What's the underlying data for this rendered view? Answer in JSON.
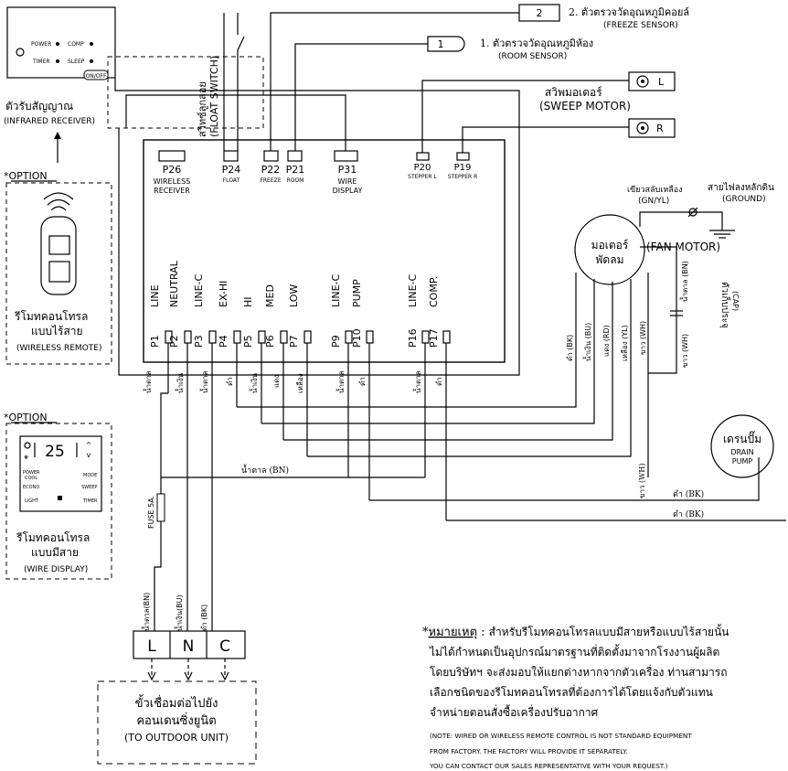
{
  "sensors": {
    "freeze_num": "2",
    "freeze_th": "2. ตัวตรวจวัดอุณหภูมิคอยล์",
    "freeze_en": "(FREEZE SENSOR)",
    "room_num": "1",
    "room_th": "1. ตัวตรวจวัดอุณหภูมิห้อง",
    "room_en": "(ROOM SENSOR)"
  },
  "receiver": {
    "power": "POWER",
    "comp": "COMP",
    "timer": "TIMER",
    "sleep": "SLEEP",
    "onoff": "ON/OFF",
    "th": "ตัวรับสัญญาณ",
    "en": "(INFRARED RECEIVER)"
  },
  "float_switch": {
    "th": "สวิทซ์ลูกลอย",
    "en": "(FLOAT SWITCH)"
  },
  "sweep_motor": {
    "th": "สวิพมอเตอร์",
    "en": "(SWEEP MOTOR)",
    "left": "L",
    "right": "R"
  },
  "connectors_top": [
    {
      "label": "P26",
      "sub1": "WIRELESS",
      "sub2": "RECEIVER"
    },
    {
      "label": "P24",
      "sub1": "FLOAT"
    },
    {
      "label": "P22",
      "sub1": "FREEZE"
    },
    {
      "label": "P21",
      "sub1": "ROOM"
    },
    {
      "label": "P31",
      "sub1": "WIRE",
      "sub2": "DISPLAY"
    },
    {
      "label": "P20",
      "sub1": "STEPPER L"
    },
    {
      "label": "P19",
      "sub1": "STEPPER R"
    }
  ],
  "terminals": [
    {
      "fn": "LINE",
      "pin": "P1",
      "wire": "น้ำตาล"
    },
    {
      "fn": "NEUTRAL",
      "pin": "P2",
      "wire": "น้ำเงิน"
    },
    {
      "fn": "LINE-C",
      "pin": "P3",
      "wire": "น้ำตาล"
    },
    {
      "fn": "EX-HI",
      "pin": "P4",
      "wire": "ดำ"
    },
    {
      "fn": "HI",
      "pin": "P5",
      "wire": "น้ำเงิน"
    },
    {
      "fn": "MED",
      "pin": "P6",
      "wire": "แดง"
    },
    {
      "fn": "LOW",
      "pin": "P7",
      "wire": "เหลือง"
    },
    {
      "fn": "LINE-C",
      "pin": "P9",
      "wire": "น้ำตาล"
    },
    {
      "fn": "PUMP",
      "pin": "P10",
      "wire": "ดำ"
    },
    {
      "fn": "LINE-C",
      "pin": "P16",
      "wire": "น้ำตาล"
    },
    {
      "fn": "COMP.",
      "pin": "P17",
      "wire": "ดำ"
    }
  ],
  "option1": {
    "tag": "*OPTION",
    "th1": "รีโมทคอนโทรล",
    "th2": "แบบไร้สาย",
    "en": "(WIRELESS REMOTE)"
  },
  "option2": {
    "tag": "*OPTION",
    "display": "25",
    "up": "^",
    "down": "v",
    "b_power": "POWER",
    "b_cool": "COOL",
    "b_mode": "MODE",
    "b_econo": "ECONO",
    "b_sweep": "SWEEP",
    "b_light": "LIGHT",
    "b_timer": "TIMER",
    "th1": "รีโมทคอนโทรล",
    "th2": "แบบมีสาย",
    "en": "(WIRE DISPLAY)"
  },
  "ground": {
    "wire_th": "เขียวสลับเหลือง",
    "wire_en": "(GN/YL)",
    "th": "สายไฟลงหลักดิน",
    "en": "(GROUND)"
  },
  "fan_motor": {
    "th1": "มอเตอร์",
    "th2": "พัดลม",
    "en": "(FAN MOTOR)",
    "cap_th": "ตัวเก็บประจุ",
    "cap_en": "(CAP)"
  },
  "fan_wires": [
    "ดำ (BK)",
    "น้ำเงิน (BU)",
    "แดง (RD)",
    "เหลือง (YL)",
    "ขาว (WH)"
  ],
  "cap_wires": [
    "ขาว (WH)",
    "น้ำตาล (BN)"
  ],
  "drain_pump": {
    "th": "เดรนปั๊ม",
    "en1": "DRAIN",
    "en2": "PUMP"
  },
  "bus_labels": {
    "bn": "น้ำตาล (BN)",
    "wh": "ขาว (WH)",
    "bk1": "ดำ (BK)",
    "bk2": "ดำ (BK)"
  },
  "fuse": "FUSE 5A.",
  "supply_wires": [
    "น้ำตาล(BN)",
    "น้ำเงิน(BU)",
    "ดำ (BK)"
  ],
  "block": [
    "L",
    "N",
    "C"
  ],
  "outdoor": {
    "th1": "ขั้วเชื่อมต่อไปยัง",
    "th2": "คอนเดนซิ่งยูนิต",
    "en": "(TO OUTDOOR UNIT)"
  },
  "note": {
    "star": "*",
    "lead": "หมายเหตุ",
    "colon": " : ",
    "th1": "สำหรับรีโมทคอนโทรลแบบมีสายหรือแบบไร้สายนั้น",
    "th2": "ไม่ได้กำหนดเป็นอุปกรณ์มาตรฐานที่ติดตั้งมาจากโรงงานผู้ผลิต",
    "th3": "โดยบริษัทฯ จะส่งมอบให้แยกต่างหากจากตัวเครื่อง ท่านสามารถ",
    "th4": "เลือกชนิดของรีโมทคอนโทรลที่ต้องการได้โดยแจ้งกับตัวแทน",
    "th5": "จำหน่ายตอนสั่งซื้อเครื่องปรับอากาศ",
    "en1": "(NOTE: WIRED OR WIRELESS REMOTE CONTROL IS NOT STANDARD EQUIPMENT",
    "en2": "FROM FACTORY. THE FACTORY WILL PROVIDE IT SEPARATELY.",
    "en3": "YOU CAN CONTACT OUR SALES REPRESENTATIVE WITH YOUR REQUEST.)"
  }
}
